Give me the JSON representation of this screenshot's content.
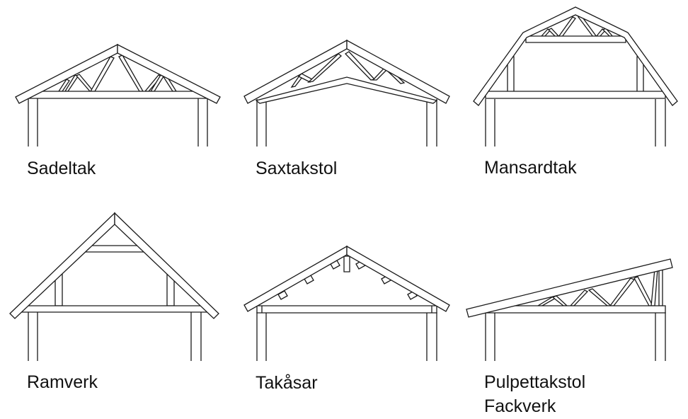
{
  "figure": {
    "panels": [
      {
        "id": "sadeltak",
        "label": "Sadeltak"
      },
      {
        "id": "saxtakstol",
        "label": "Saxtakstol"
      },
      {
        "id": "mansardtak",
        "label": "Mansardtak"
      },
      {
        "id": "ramverk",
        "label": "Ramverk"
      },
      {
        "id": "takasar",
        "label": "Takåsar"
      },
      {
        "id": "pulpettakstol",
        "label": "Pulpettakstol",
        "label_line2": "Fackverk"
      }
    ]
  }
}
